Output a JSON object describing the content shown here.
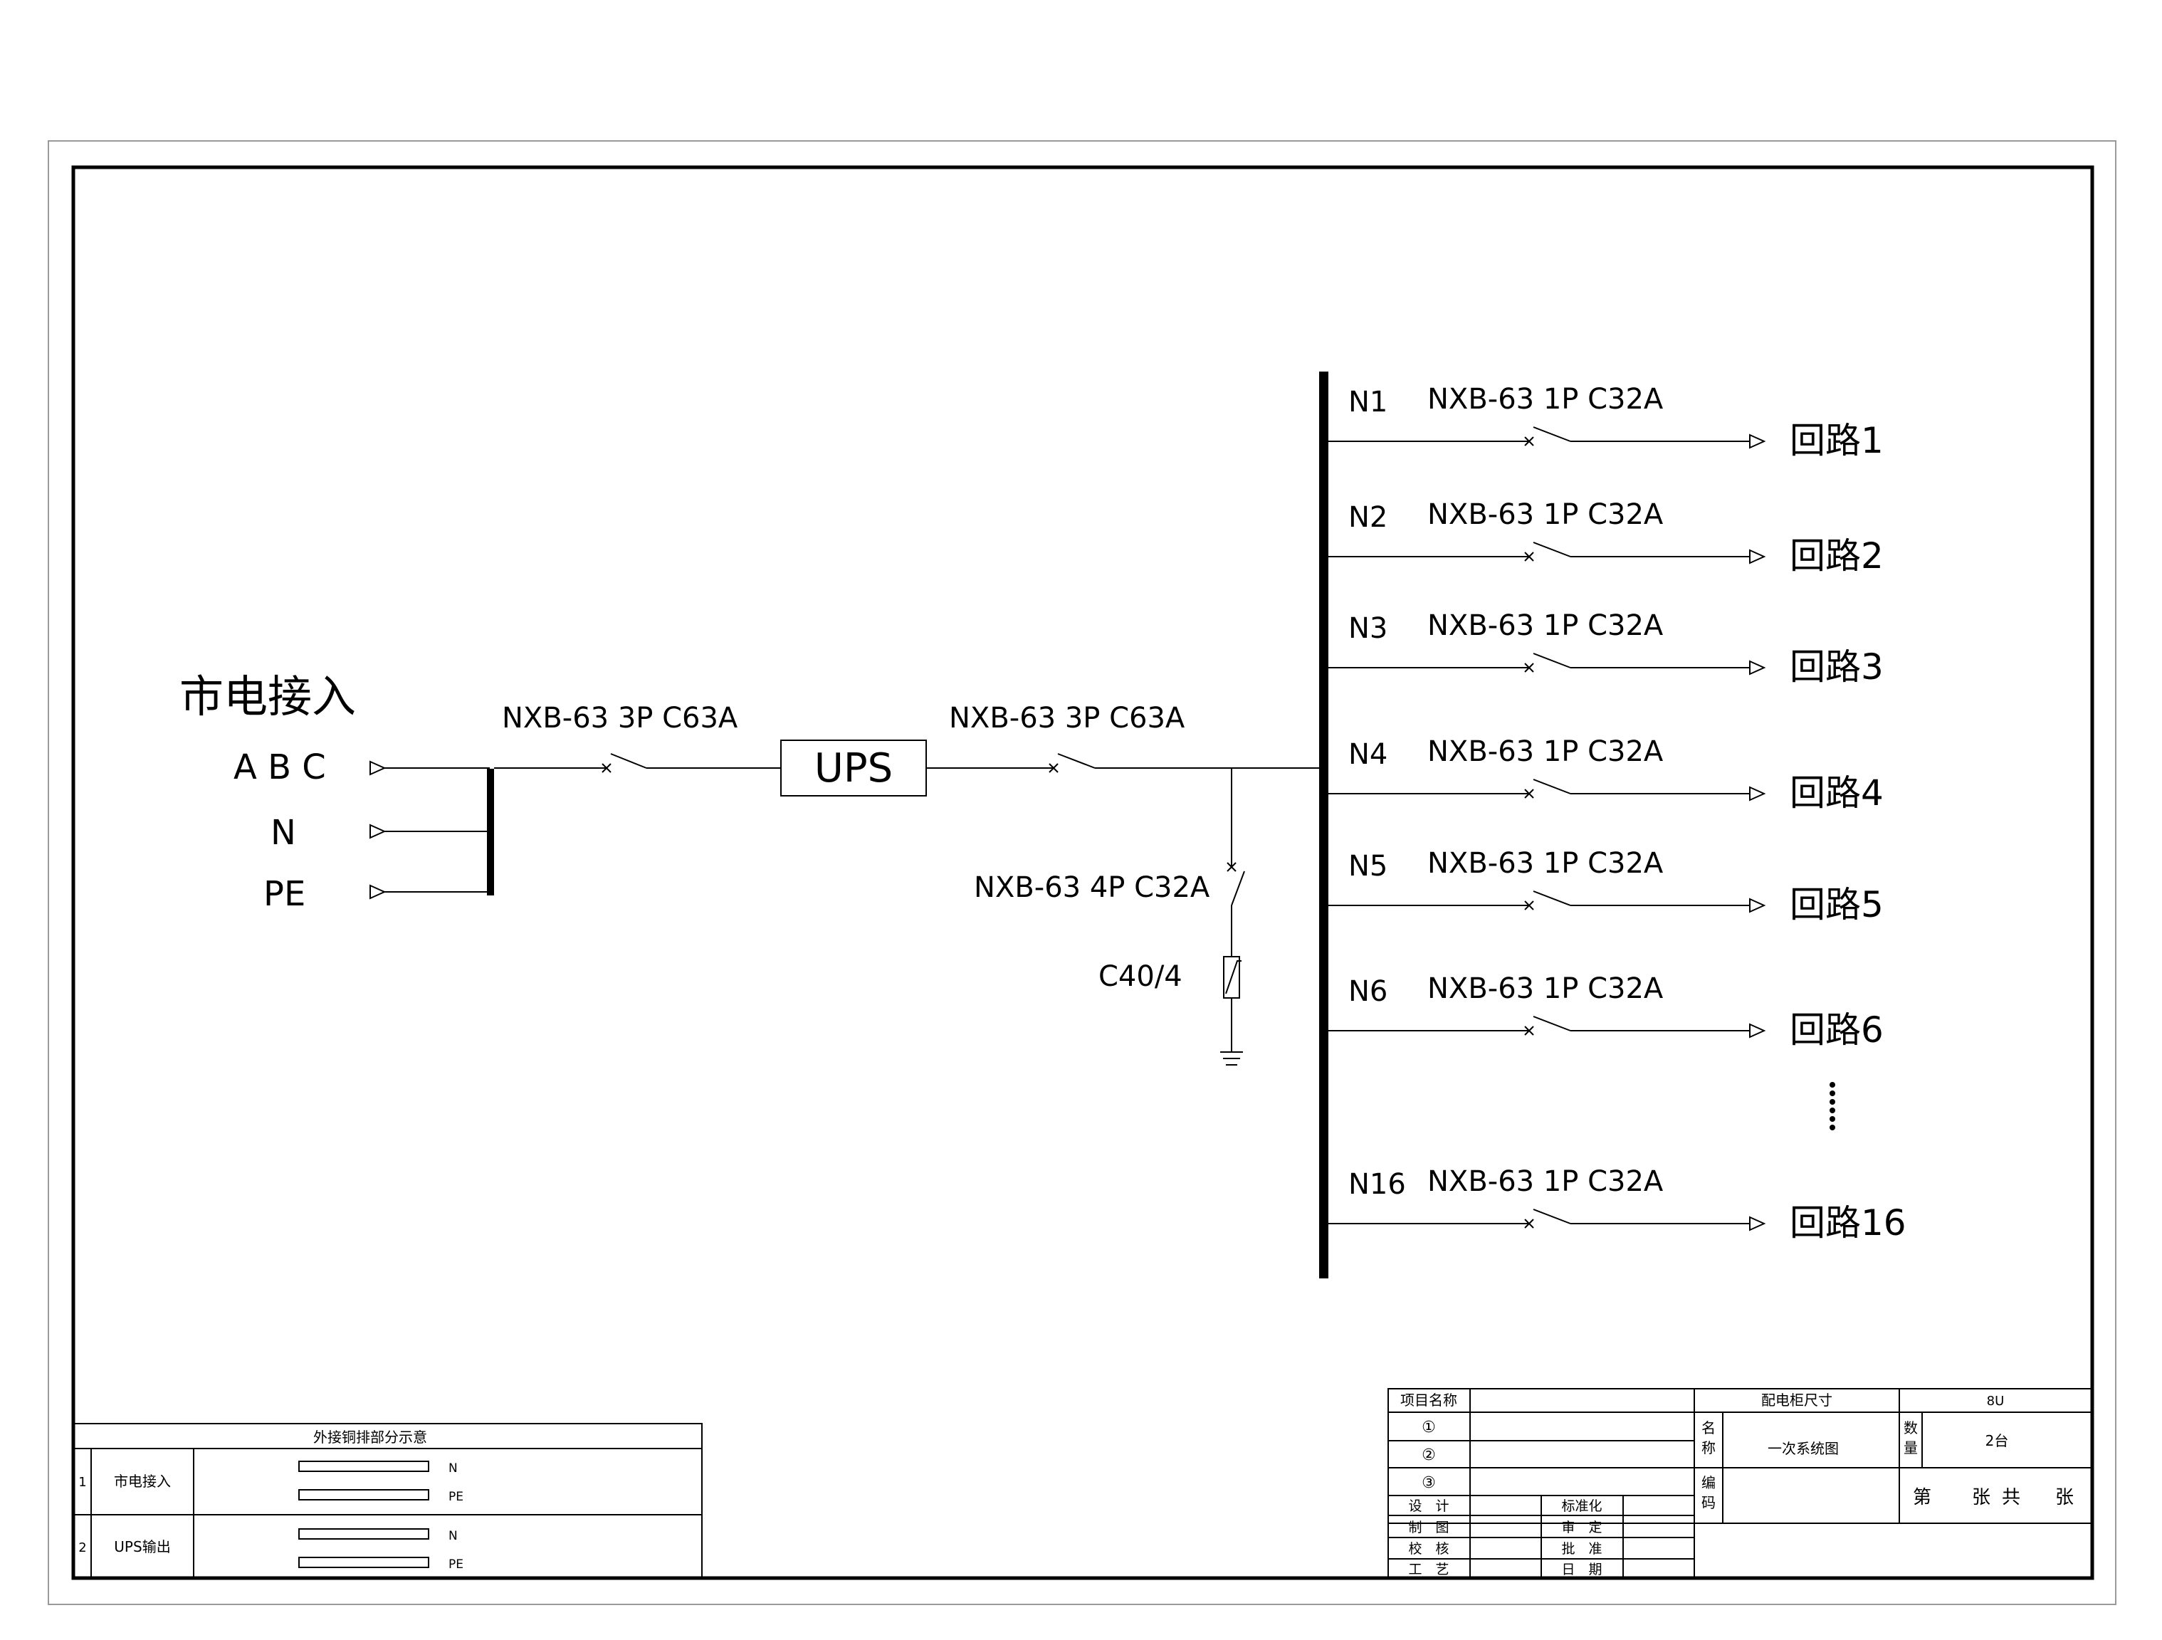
{
  "source": {
    "title": "市电接入",
    "phases": "A B C",
    "neutral": "N",
    "earth": "PE"
  },
  "breakers": {
    "input": "NXB-63 3P C63A",
    "output": "NXB-63 3P C63A",
    "spd_breaker": "NXB-63 4P C32A",
    "spd": "C40/4"
  },
  "ups": {
    "label": "UPS"
  },
  "circuits": [
    {
      "id": "N1",
      "breaker": "NXB-63 1P C32A",
      "name": "回路1"
    },
    {
      "id": "N2",
      "breaker": "NXB-63 1P C32A",
      "name": "回路2"
    },
    {
      "id": "N3",
      "breaker": "NXB-63 1P C32A",
      "name": "回路3"
    },
    {
      "id": "N4",
      "breaker": "NXB-63 1P C32A",
      "name": "回路4"
    },
    {
      "id": "N5",
      "breaker": "NXB-63 1P C32A",
      "name": "回路5"
    },
    {
      "id": "N6",
      "breaker": "NXB-63 1P C32A",
      "name": "回路6"
    },
    {
      "id": "N16",
      "breaker": "NXB-63 1P C32A",
      "name": "回路16"
    }
  ],
  "busbar_table": {
    "title": "外接铜排部分示意",
    "rows": [
      {
        "no": "1",
        "name": "市电接入",
        "bar1": "N",
        "bar2": "PE"
      },
      {
        "no": "2",
        "name": "UPS输出",
        "bar1": "N",
        "bar2": "PE"
      }
    ]
  },
  "title_block": {
    "project_label": "项目名称",
    "project_rows": [
      "①",
      "②",
      "③"
    ],
    "cabinet_size_label": "配电柜尺寸",
    "cabinet_size_value": "8U",
    "name_label_1": "名",
    "name_label_2": "称",
    "name_value": "一次系统图",
    "qty_label_1": "数",
    "qty_label_2": "量",
    "qty_value": "2台",
    "code_label_1": "编",
    "code_label_2": "码",
    "sheet_1": "第",
    "sheet_2": "张",
    "sheet_3": "共",
    "sheet_4": "张",
    "roles_left": [
      "设　计",
      "制　图",
      "校　核",
      "工　艺"
    ],
    "roles_right": [
      "标准化",
      "审　定",
      "批　准",
      "日　期"
    ]
  }
}
